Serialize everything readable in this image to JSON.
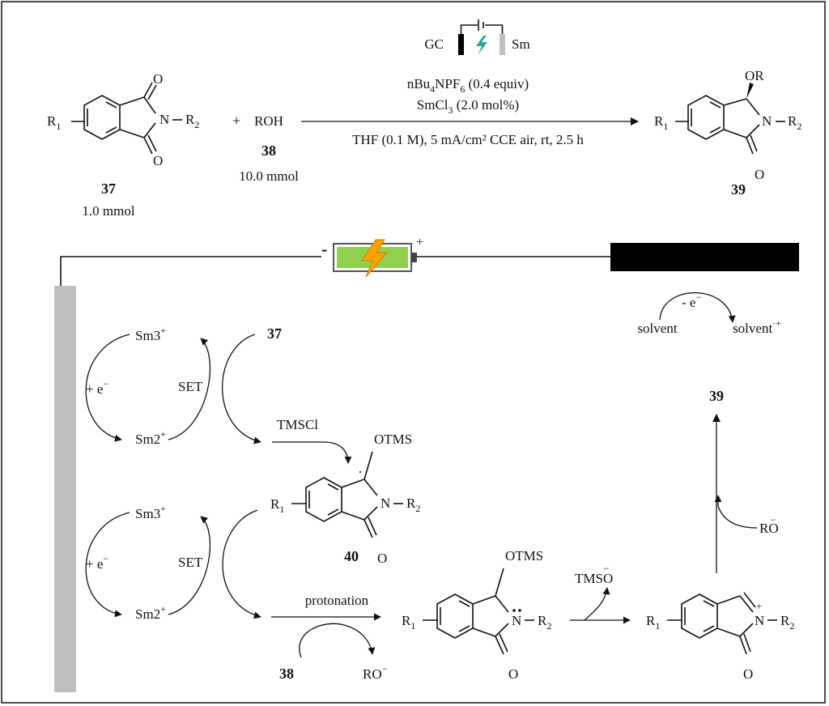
{
  "scheme": {
    "conditions": {
      "electrode_left": "GC",
      "electrode_right": "Sm",
      "electrolyte": "nBu4NPF6 (0.4 equiv)",
      "catalyst": "SmCl3 (2.0 mol%)",
      "below_arrow": "THF (0.1 M), 5 mA/cm² CCE air, rt, 2.5 h"
    },
    "reactant1": {
      "number": "37",
      "amount": "1.0 mmol"
    },
    "plus": "+",
    "reactant2": {
      "formula": "ROH",
      "number": "38",
      "amount": "10.0 mmol"
    },
    "product": {
      "number": "39",
      "substituent": "OR"
    }
  },
  "mechanism": {
    "battery": {
      "minus": "-",
      "plus": "+"
    },
    "anode": {
      "electron_loss": "- e",
      "solvent": "solvent",
      "solvent_radical": "solvent"
    },
    "cycle_top": {
      "sm3": "Sm3",
      "sm2": "Sm2",
      "reduction": "+ e",
      "set": "SET",
      "substrate": "37"
    },
    "tmscl": "TMSCl",
    "radical_intermediate": {
      "number": "40",
      "otms": "OTMS"
    },
    "cycle_bottom": {
      "sm3": "Sm3",
      "sm2": "Sm2",
      "reduction": "+ e",
      "set": "SET"
    },
    "protonation": "protonation",
    "proton_source": "38",
    "alkoxide": "RO",
    "anion_intermediate": {
      "otms": "OTMS"
    },
    "leaving_group": "TMSO",
    "iminium": {},
    "nucleophile": "RO",
    "final_product": "39"
  },
  "labels": {
    "r1": "R",
    "r2": "R",
    "one": "1",
    "two": "2",
    "three": "3",
    "four": "4",
    "six": "6",
    "n": "N",
    "o": "O",
    "dash": "–",
    "bond": "−",
    "electron_charge": "−",
    "plus": "+",
    "radical_dot": "·",
    "radical_cation": "·+"
  },
  "colors": {
    "battery_fill": "#8fd14f",
    "bolt": "#f7a300",
    "bolt_teal": "#2fa89a",
    "electrode_sm": "#bfbfbf",
    "electrode_black": "#000000"
  }
}
